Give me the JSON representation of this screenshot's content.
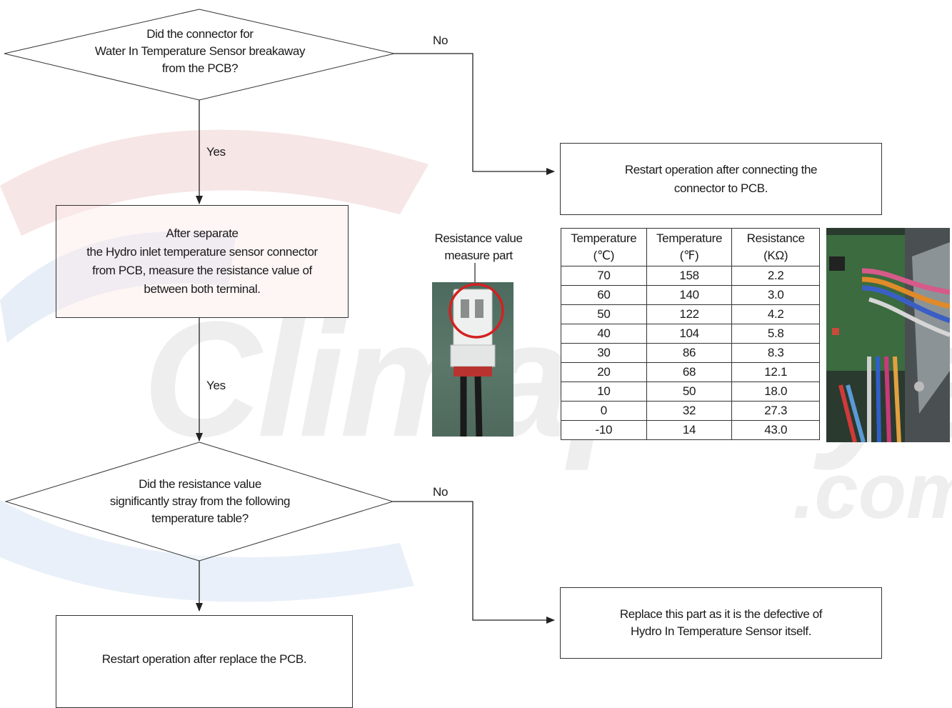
{
  "watermark": {
    "main": "Climaproyec",
    "suffix": ".com"
  },
  "flow": {
    "decision1": [
      "Did the connector for",
      "Water In Temperature Sensor breakaway",
      "from the PCB?"
    ],
    "decision1_no": "No",
    "decision1_yes": "Yes",
    "box_restart_connect": [
      "Restart operation after connecting the",
      "connector to PCB."
    ],
    "box_measure": [
      "After separate",
      "the Hydro inlet temperature sensor connector",
      "from PCB, measure the resistance value of",
      "between both terminal."
    ],
    "measure_yes": "Yes",
    "decision2": [
      "Did the resistance value",
      "significantly stray from the following",
      "temperature table?"
    ],
    "decision2_no": "No",
    "box_replace_part": [
      "Replace this part as it is the defective of",
      "Hydro In Temperature Sensor itself."
    ],
    "box_replace_pcb": "Restart operation after replace the PCB."
  },
  "sensor_photo": {
    "caption": [
      "Resistance value",
      "measure part"
    ]
  },
  "resistance_table": {
    "headers": [
      [
        "Temperature",
        "(℃)"
      ],
      [
        "Temperature",
        "(℉)"
      ],
      [
        "Resistance",
        "(KΩ)"
      ]
    ],
    "rows": [
      [
        "70",
        "158",
        "2.2"
      ],
      [
        "60",
        "140",
        "3.0"
      ],
      [
        "50",
        "122",
        "4.2"
      ],
      [
        "40",
        "104",
        "5.8"
      ],
      [
        "30",
        "86",
        "8.3"
      ],
      [
        "20",
        "68",
        "12.1"
      ],
      [
        "10",
        "50",
        "18.0"
      ],
      [
        "0",
        "32",
        "27.3"
      ],
      [
        "-10",
        "14",
        "43.0"
      ]
    ]
  },
  "colors": {
    "line": "#333333",
    "highlight_circle": "#d42020"
  }
}
